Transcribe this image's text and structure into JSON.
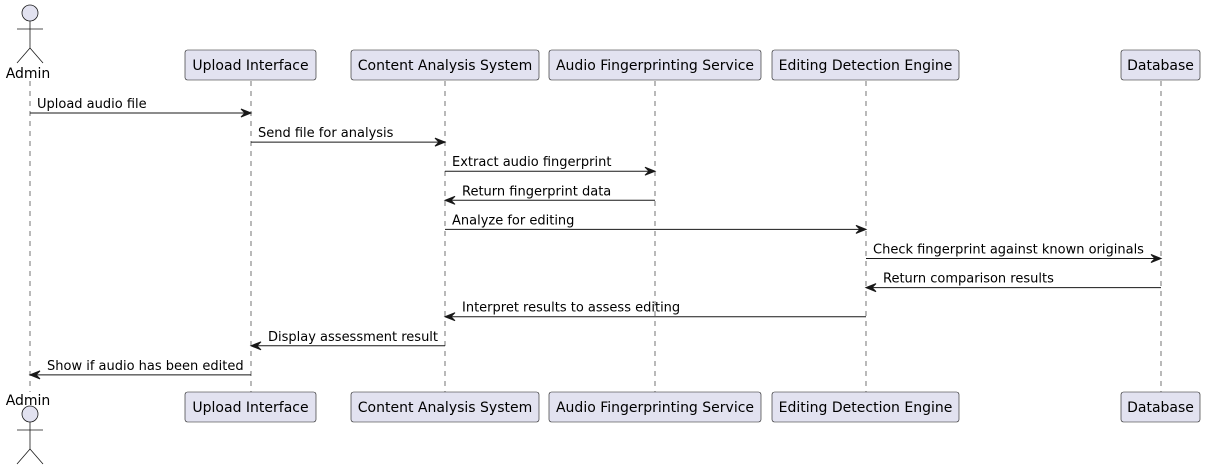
{
  "participants": [
    {
      "id": "admin",
      "label": "Admin",
      "kind": "actor"
    },
    {
      "id": "upload",
      "label": "Upload Interface",
      "kind": "participant"
    },
    {
      "id": "cas",
      "label": "Content Analysis System",
      "kind": "participant"
    },
    {
      "id": "afs",
      "label": "Audio Fingerprinting Service",
      "kind": "participant"
    },
    {
      "id": "ede",
      "label": "Editing Detection Engine",
      "kind": "participant"
    },
    {
      "id": "db",
      "label": "Database",
      "kind": "participant"
    }
  ],
  "messages": [
    {
      "from": "admin",
      "to": "upload",
      "label": "Upload audio file"
    },
    {
      "from": "upload",
      "to": "cas",
      "label": "Send file for analysis"
    },
    {
      "from": "cas",
      "to": "afs",
      "label": "Extract audio fingerprint"
    },
    {
      "from": "afs",
      "to": "cas",
      "label": "Return fingerprint data"
    },
    {
      "from": "cas",
      "to": "ede",
      "label": "Analyze for editing"
    },
    {
      "from": "ede",
      "to": "db",
      "label": "Check fingerprint against known originals"
    },
    {
      "from": "db",
      "to": "ede",
      "label": "Return comparison results"
    },
    {
      "from": "ede",
      "to": "cas",
      "label": "Interpret results to assess editing"
    },
    {
      "from": "cas",
      "to": "upload",
      "label": "Display assessment result"
    },
    {
      "from": "upload",
      "to": "admin",
      "label": "Show if audio has been edited"
    }
  ]
}
